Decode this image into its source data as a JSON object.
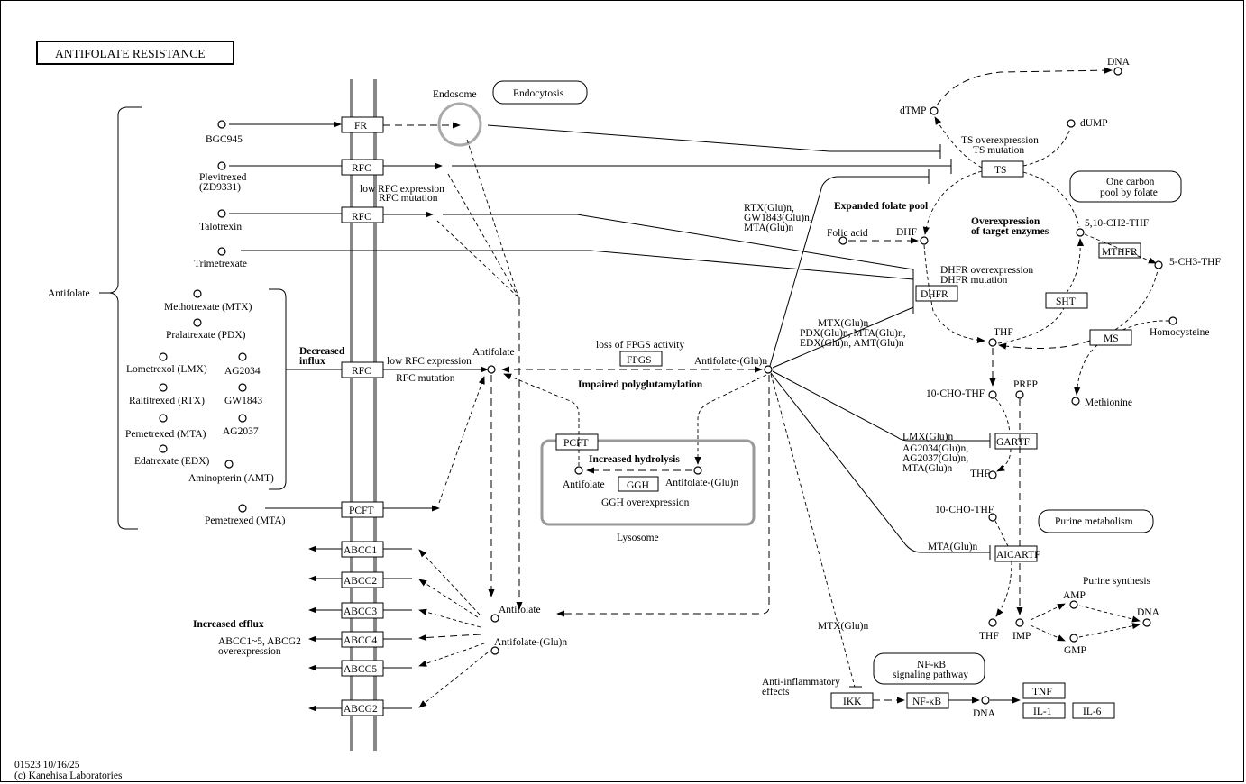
{
  "title": "ANTIFOLATE RESISTANCE",
  "footer": {
    "id_date": "01523 10/16/25",
    "copyright": "(c) Kanehisa Laboratories"
  },
  "antifolate_group_label": "Antifolate",
  "drugs": {
    "bgc945": "BGC945",
    "plevitrexed": [
      "Plevitrexed",
      "(ZD9331)"
    ],
    "talotrexin": "Talotrexin",
    "trimetrexate": "Trimetrexate",
    "mtx": "Methotrexate (MTX)",
    "pdx": "Pralatrexate (PDX)",
    "lmx": "Lometrexol (LMX)",
    "ag2034": "AG2034",
    "rtx": "Raltitrexed (RTX)",
    "gw1843": "GW1843",
    "mta": "Pemetrexed (MTA)",
    "ag2037": "AG2037",
    "edx": "Edatrexate (EDX)",
    "amt": "Aminopterin (AMT)",
    "mta2": "Pemetrexed (MTA)"
  },
  "transporters": {
    "fr": "FR",
    "rfc1": "RFC",
    "rfc2": "RFC",
    "rfc3": "RFC",
    "pcft": "PCFT",
    "abcc1": "ABCC1",
    "abcc2": "ABCC2",
    "abcc3": "ABCC3",
    "abcc4": "ABCC4",
    "abcc5": "ABCC5",
    "abcg2": "ABCG2"
  },
  "labels": {
    "endosome": "Endosome",
    "low_rfc_1": [
      "low RFC expression",
      "RFC mutation"
    ],
    "decreased_influx": [
      "Decreased",
      "influx"
    ],
    "low_rfc_2": "low RFC expression",
    "rfc_mutation_2": "RFC mutation",
    "antifolate": "Antifolate",
    "loss_fpgs": "loss of FPGS activity",
    "fpgs": "FPGS",
    "impaired_poly": "Impaired polyglutamylation",
    "antifolate_glun": "Antifolate-(Glu)n",
    "lyso_pcft": "PCFT",
    "increased_hydrolysis": "Increased hydrolysis",
    "lyso_antifolate": "Antifolate",
    "lyso_antifolate_glun": "Antifolate-(Glu)n",
    "ggh": "GGH",
    "ggh_overexpression": "GGH overexpression",
    "lysosome": "Lysosome",
    "increased_efflux": "Increased efflux",
    "abc_overexpression": [
      "ABCC1~5, ABCG2",
      "overexpression"
    ],
    "cyto_antifolate": "Antifolate",
    "cyto_antifolate_glun": "Antifolate-(Glu)n",
    "rtx_glun": [
      "RTX(Glu)n,",
      "GW1843(Glu)n,",
      "MTA(Glu)n"
    ],
    "expanded_folate_pool": "Expanded folate pool",
    "folic_acid": "Folic acid",
    "dhf": "DHF",
    "overexpression_targets": [
      "Overexpression",
      "of target enzymes"
    ],
    "dhfr_over": [
      "DHFR overexpression",
      "DHFR mutation"
    ],
    "dhfr": "DHFR",
    "mtx_glun_list": [
      "MTX(Glu)n",
      "PDX(Glu)n, MTA(Glu)n,",
      "EDX(Glu)n, AMT(Glu)n"
    ],
    "dtmp": "dTMP",
    "dna_top": "DNA",
    "dump": "dUMP",
    "ts_over": [
      "TS overexpression",
      "TS mutation"
    ],
    "ts": "TS",
    "ch2thf": "5,10-CH2-THF",
    "mthfr": "MTHFR",
    "ch3thf": "5-CH3-THF",
    "sht": "SHT",
    "thf": "THF",
    "ms": "MS",
    "homocysteine": "Homocysteine",
    "methionine": "Methionine",
    "cho_thf_1": "10-CHO-THF",
    "prpp": "PRPP",
    "lmx_glun": "LMX(Glu)n",
    "ag_glun": [
      "AG2034(Glu)n,",
      "AG2037(Glu)n,",
      "MTA(Glu)n"
    ],
    "gartf": "GARTF",
    "thf_2": "THF",
    "cho_thf_2": "10-CHO-THF",
    "mta_glun": "MTA(Glu)n",
    "aicartf": "AICARTF",
    "thf_3": "THF",
    "imp": "IMP",
    "purine_synthesis": "Purine synthesis",
    "amp": "AMP",
    "gmp": "GMP",
    "dna_purine": "DNA",
    "mtx_glun_ikk": "MTX(Glu)n",
    "anti_inflammatory": [
      "Anti-inflammatory",
      "effects"
    ],
    "ikk": "IKK",
    "nfkb": "NF-κB",
    "dna_nfkb": "DNA",
    "tnf": "TNF",
    "il1": "IL-1",
    "il6": "IL-6"
  },
  "pathway_links": {
    "endocytosis": "Endocytosis",
    "one_carbon": [
      "One carbon",
      "pool by folate"
    ],
    "purine_metabolism": "Purine metabolism",
    "nfkb_pathway": [
      "NF-κB",
      "signaling pathway"
    ]
  }
}
